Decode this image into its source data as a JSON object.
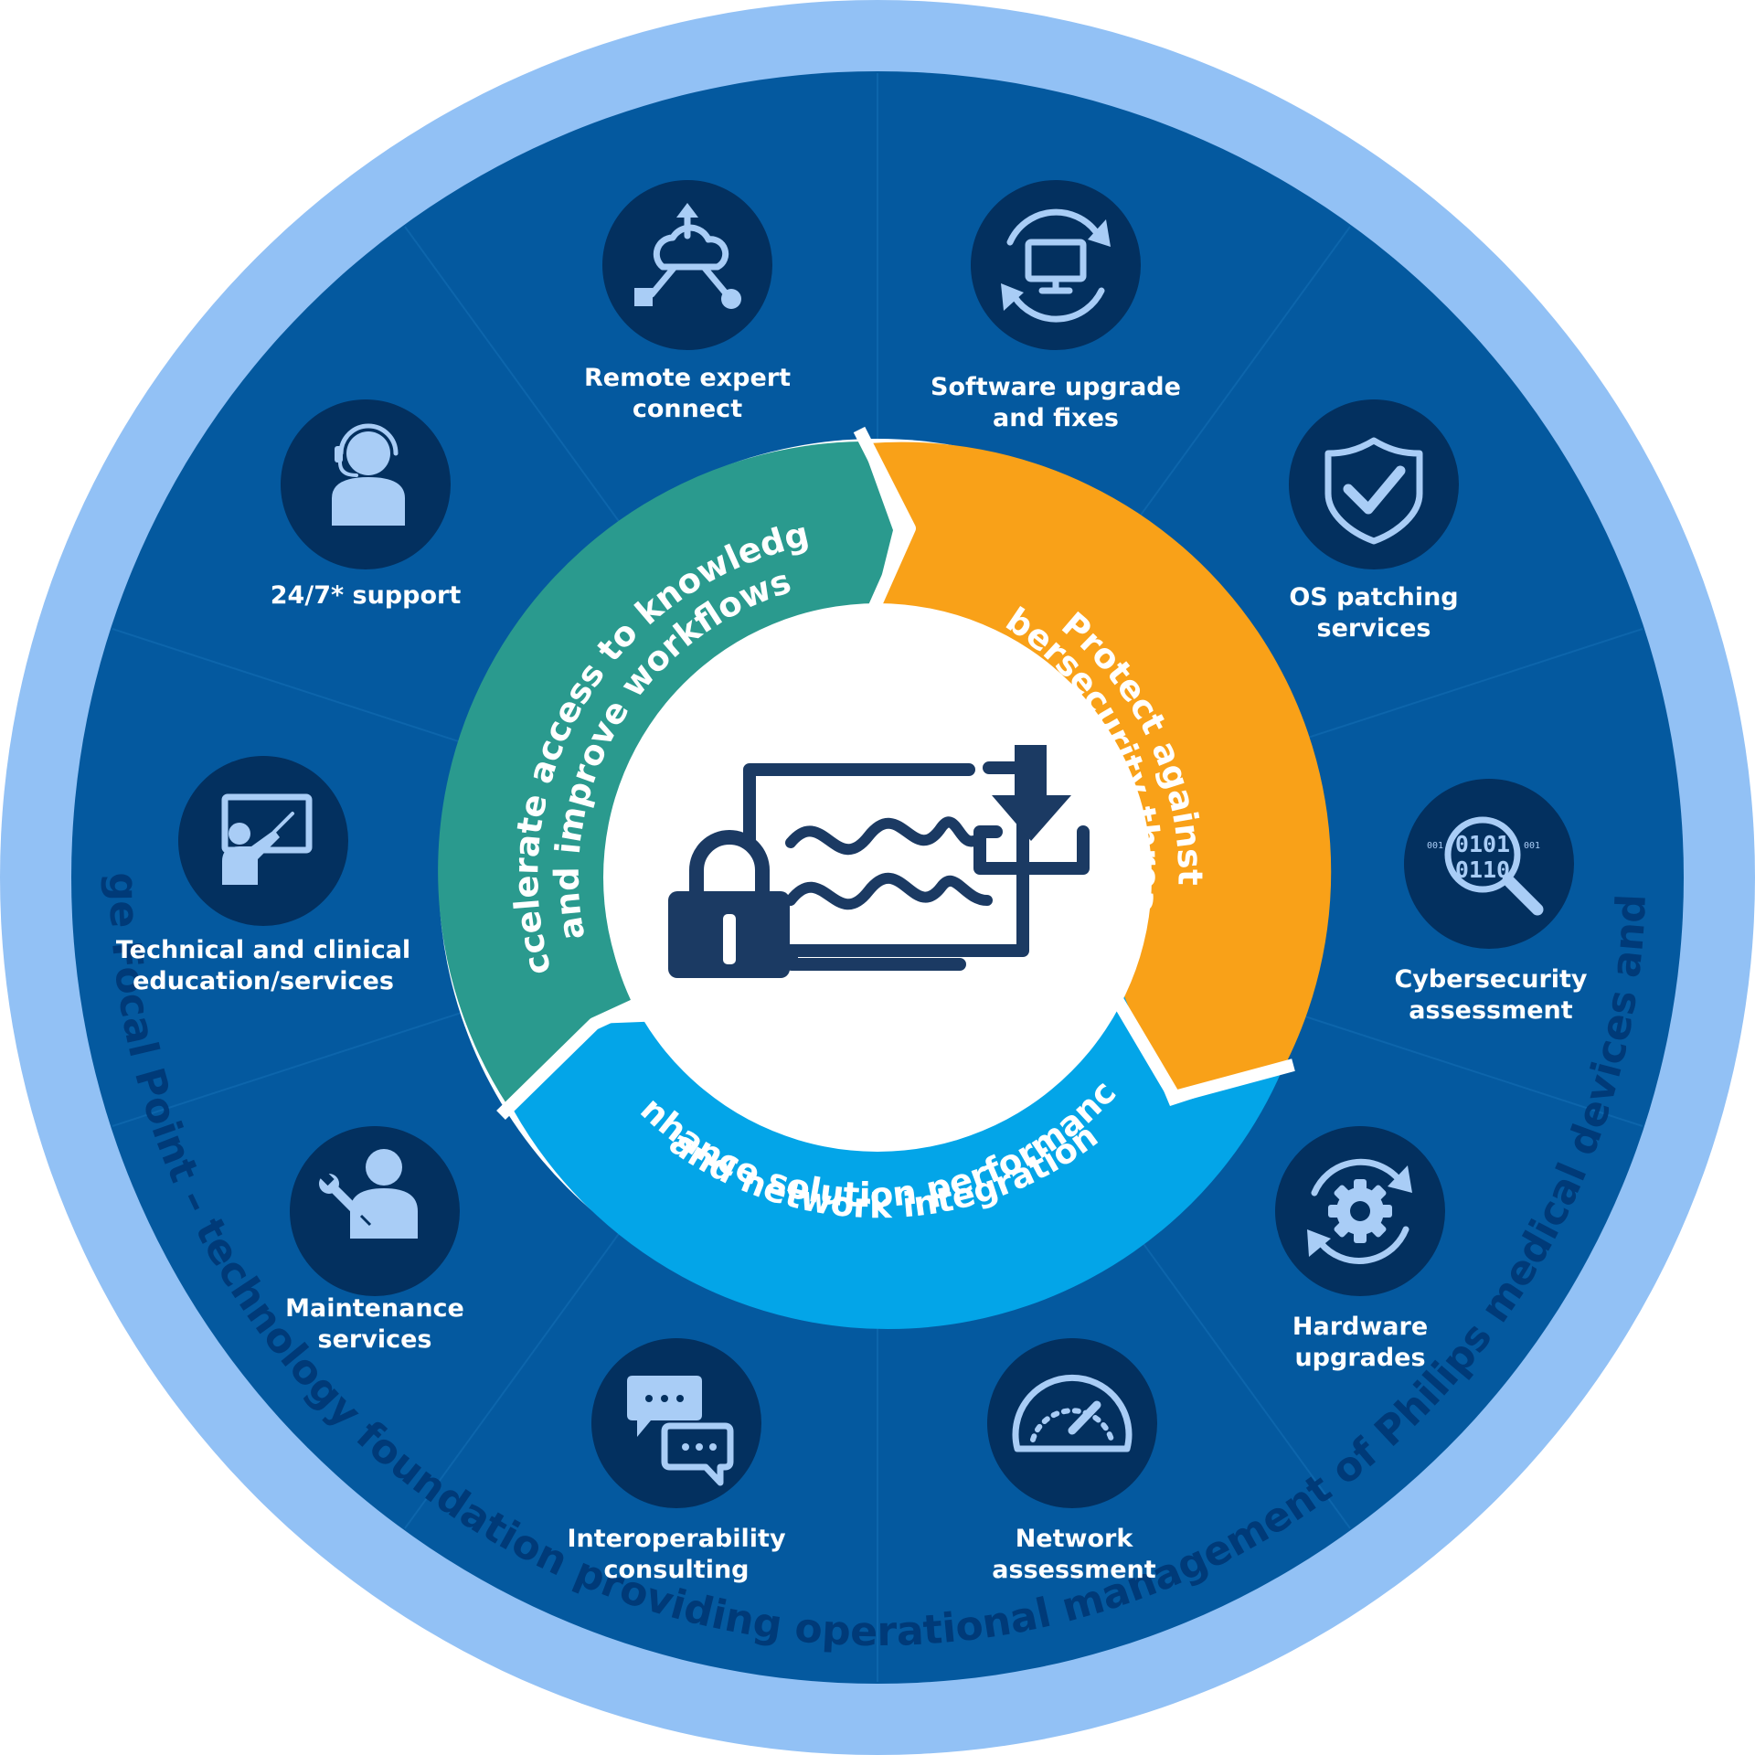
{
  "ring_caption": "PerformanceBridge Focal Point – technology foundation providing operational management of Philips medical devices and selected services",
  "arcs": [
    {
      "line1": "Accelerate access to knowledge",
      "line2": "and improve workflows",
      "color": "#2a9a8e"
    },
    {
      "line1": "Protect against",
      "line2": "cybersecurity threats",
      "color": "#f9a118"
    },
    {
      "line1": "Enhance solution performance",
      "line2": "and network integration",
      "color": "#03a5e8"
    }
  ],
  "services": [
    {
      "id": "remote",
      "line1": "Remote expert",
      "line2": "connect",
      "icon": "cloud-network-icon"
    },
    {
      "id": "software",
      "line1": "Software upgrade",
      "line2": "and fixes",
      "icon": "monitor-refresh-icon"
    },
    {
      "id": "os",
      "line1": "OS patching",
      "line2": "services",
      "icon": "shield-check-icon"
    },
    {
      "id": "cyber",
      "line1": "Cybersecurity",
      "line2": "assessment",
      "icon": "binary-magnifier-icon"
    },
    {
      "id": "hardware",
      "line1": "Hardware",
      "line2": "upgrades",
      "icon": "gear-refresh-icon"
    },
    {
      "id": "network",
      "line1": "Network",
      "line2": "assessment",
      "icon": "speedometer-icon"
    },
    {
      "id": "interop",
      "line1": "Interoperability",
      "line2": "consulting",
      "icon": "chat-bubbles-icon"
    },
    {
      "id": "maintenance",
      "line1": "Maintenance",
      "line2": "services",
      "icon": "person-wrench-icon"
    },
    {
      "id": "education",
      "line1": "Technical and clinical",
      "line2": "education/services",
      "icon": "teacher-board-icon"
    },
    {
      "id": "support",
      "line1": "24/7* support",
      "line2": "",
      "icon": "headset-agent-icon"
    }
  ],
  "colors": {
    "outer_ring": "#92c1f5",
    "main_disc": "#04599f",
    "icon_circle": "#03305f",
    "icon_stroke": "#a9cdf6",
    "center_icon": "#1b3a63"
  },
  "center_icon": "secure-monitor-download-icon"
}
